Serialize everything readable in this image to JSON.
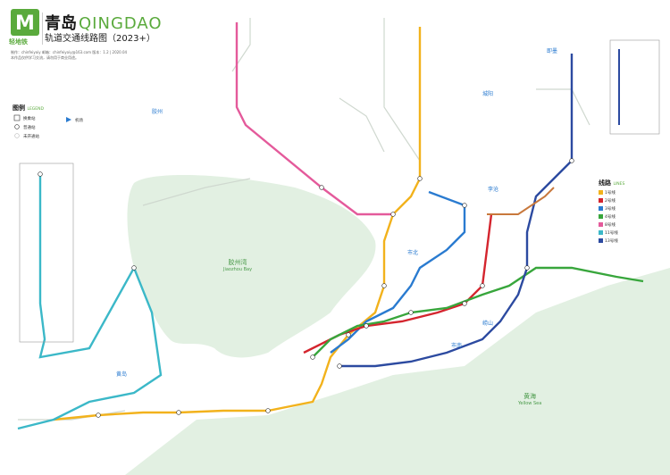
{
  "header": {
    "title_cn": "青岛",
    "title_en": "QINGDAO",
    "subtitle": "轨道交通线路图（2023+）",
    "logo_text": "轻地铁",
    "logo_letter": "M"
  },
  "info": {
    "line1": "制作：chinfeiyoiy   邮箱：chinfeiyoiy@163.com   版本：1.2 | 2020.04",
    "line2": "本作品仅供学习交流，请勿用于商业用途。"
  },
  "legend": {
    "title": "图例",
    "title_en": "LEGEND",
    "items": [
      "换乘站",
      "普通站",
      "未开通站",
      "机场"
    ]
  },
  "lines_panel": {
    "title": "线路",
    "title_en": "LINES",
    "lines": [
      {
        "name": "1号线",
        "color": "#f2b21c"
      },
      {
        "name": "2号线",
        "color": "#d4252e"
      },
      {
        "name": "3号线",
        "color": "#2a7bd0"
      },
      {
        "name": "4号线",
        "color": "#38a63c"
      },
      {
        "name": "8号线",
        "color": "#e45a9b"
      },
      {
        "name": "11号线",
        "color": "#3bb8c8"
      },
      {
        "name": "13号线",
        "color": "#2c4aa0"
      }
    ]
  },
  "water": {
    "bay_cn": "胶州湾",
    "bay_en": "Jiaozhou Bay",
    "sea_cn": "黄海",
    "sea_en": "Yellow Sea"
  },
  "districts": [
    "即墨",
    "城阳",
    "李沧",
    "崂山",
    "市南",
    "市北",
    "胶州",
    "黄岛"
  ],
  "colors": {
    "accent": "#5aaa3c",
    "line1": "#f2b21c",
    "line2": "#d4252e",
    "line3": "#2a7bd0",
    "line4": "#38a63c",
    "line8": "#e45a9b",
    "line11": "#3bb8c8",
    "line13": "#2c4aa0"
  }
}
